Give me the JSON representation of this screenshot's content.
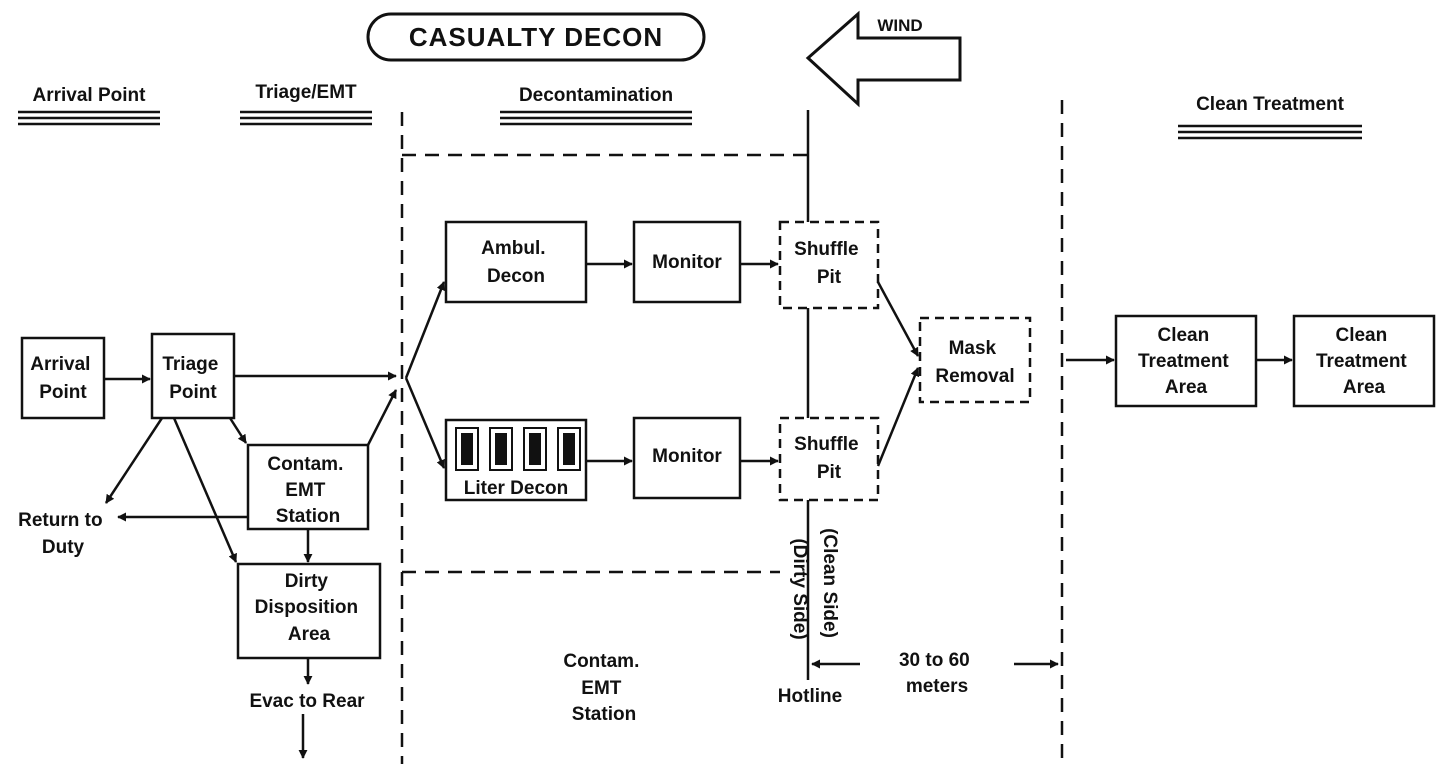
{
  "title": "CASUALTY DECON",
  "wind_label": "WIND",
  "headers": {
    "arrival": "Arrival Point",
    "triage": "Triage/EMT",
    "decon": "Decontamination",
    "clean": "Clean Treatment"
  },
  "boxes": {
    "arrival_point": [
      "Arrival",
      "Point"
    ],
    "triage_point": [
      "Triage",
      "Point"
    ],
    "contam_emt_station": [
      "Contam.",
      "EMT",
      "Station"
    ],
    "dirty_disposition": [
      "Dirty",
      "Disposition",
      "Area"
    ],
    "ambul_decon": [
      "Ambul.",
      "Decon"
    ],
    "monitor_top": [
      "Monitor"
    ],
    "monitor_bottom": [
      "Monitor"
    ],
    "liter_decon": [
      "Liter Decon"
    ],
    "shuffle_pit_top": [
      "Shuffle",
      "Pit"
    ],
    "shuffle_pit_bottom": [
      "Shuffle",
      "Pit"
    ],
    "mask_removal": [
      "Mask",
      "Removal"
    ],
    "clean_treatment_1": [
      "Clean",
      "Treatment",
      "Area"
    ],
    "clean_treatment_2": [
      "Clean",
      "Treatment",
      "Area"
    ]
  },
  "labels": {
    "return_to_duty": [
      "Return to",
      "Duty"
    ],
    "evac_to_rear": "Evac to Rear",
    "contam_emt_zone": [
      "Contam.",
      "EMT",
      "Station"
    ],
    "dirty_side": "(Dirty Side)",
    "clean_side": "(Clean Side)",
    "hotline": "Hotline",
    "distance": [
      "30 to 60",
      "meters"
    ]
  }
}
